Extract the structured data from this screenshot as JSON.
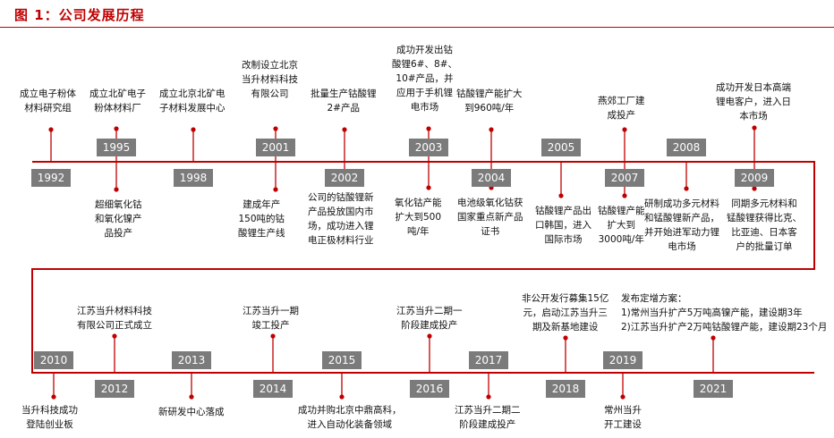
{
  "header": {
    "title": "图 1：公司发展历程"
  },
  "colors": {
    "accent": "#c00000",
    "year_box": "#7b7b7b",
    "text": "#111111"
  },
  "row1": [
    {
      "year": "1992",
      "dir": "up",
      "lines": [
        "成立电子粉体",
        "材料研究组"
      ]
    },
    {
      "year": "1995",
      "dir": "down",
      "lines": [
        "超细氧化钴",
        "和氧化镍产",
        "品投产"
      ]
    },
    {
      "year": "1998",
      "dir": "up",
      "lines": [
        "成立北京北矿电",
        "子材料发展中心"
      ]
    },
    {
      "year": "2001",
      "dir": "up",
      "lines": [
        "改制设立北京",
        "当升材料科技",
        "有限公司"
      ]
    },
    {
      "year": "1995",
      "dir": "up",
      "lines": [
        "成立北矿电子",
        "粉体材料厂"
      ]
    },
    {
      "year": "2001",
      "dir": "down",
      "lines": [
        "建成年产",
        "150吨的钴",
        "酸锂生产线"
      ]
    },
    {
      "year": "2002",
      "dir": "up",
      "lines": [
        "批量生产钴酸锂",
        "2#产品"
      ]
    },
    {
      "year": "2002",
      "dir": "down",
      "lines": [
        "公司的钴酸锂新",
        "产品投放国内市",
        "场，成功进入锂",
        "电正极材料行业"
      ]
    },
    {
      "year": "2003",
      "dir": "up",
      "lines": [
        "成功开发出钴",
        "酸锂6#、8#、",
        "10#产品，并",
        "应用于手机锂",
        "电市场"
      ]
    },
    {
      "year": "2003",
      "dir": "down",
      "lines": [
        "氧化钴产能",
        "扩大到500",
        "吨/年"
      ]
    },
    {
      "year": "2004",
      "dir": "up",
      "lines": [
        "钴酸锂产能扩大",
        "到960吨/年"
      ]
    },
    {
      "year": "2004",
      "dir": "down",
      "lines": [
        "电池级氧化钴获",
        "国家重点新产品",
        "证书"
      ]
    },
    {
      "year": "2005",
      "dir": "down",
      "lines": [
        "钴酸锂产品出",
        "口韩国，进入",
        "国际市场"
      ]
    },
    {
      "year": "2007",
      "dir": "up",
      "lines": [
        "燕郊工厂建",
        "成投产"
      ]
    },
    {
      "year": "2007",
      "dir": "down",
      "lines": [
        "钴酸锂产能",
        "扩大到",
        "3000吨/年"
      ]
    },
    {
      "year": "2008",
      "dir": "down",
      "lines": [
        "研制成功多元材料",
        "和锰酸锂新产品，",
        "并开始进军动力锂",
        "电市场"
      ]
    },
    {
      "year": "2009",
      "dir": "up",
      "lines": [
        "成功开发日本高端",
        "锂电客户，进入日",
        "本市场"
      ]
    },
    {
      "year": "2009",
      "dir": "down",
      "lines": [
        "同期多元材料和",
        "锰酸锂获得比克、",
        "比亚迪、日本客",
        "户的批量订单"
      ]
    }
  ],
  "row2": [
    {
      "year": "2010",
      "dir": "down",
      "lines": [
        "当升科技成功",
        "登陆创业板"
      ]
    },
    {
      "year": "2012",
      "dir": "up",
      "lines": [
        "江苏当升材料科技",
        "有限公司正式成立"
      ]
    },
    {
      "year": "2013",
      "dir": "down",
      "lines": [
        "新研发中心落成"
      ]
    },
    {
      "year": "2014",
      "dir": "up",
      "lines": [
        "江苏当升一期",
        "竣工投产"
      ]
    },
    {
      "year": "2015",
      "dir": "down",
      "lines": [
        "成功并购北京中鼎高科，",
        "进入自动化装备领域"
      ]
    },
    {
      "year": "2016",
      "dir": "up",
      "lines": [
        "江苏当升二期一",
        "阶段建成投产"
      ]
    },
    {
      "year": "2017",
      "dir": "down",
      "lines": [
        "江苏当升二期二",
        "阶段建成投产"
      ]
    },
    {
      "year": "2018",
      "dir": "up",
      "lines": [
        "非公开发行募集15亿",
        "元，启动江苏当升三",
        "期及新基地建设"
      ]
    },
    {
      "year": "2019",
      "dir": "down",
      "lines": [
        "常州当升",
        "开工建设"
      ]
    },
    {
      "year": "2021",
      "dir": "up",
      "lines": [
        "发布定增方案：",
        "1)常州当升扩产5万吨高镍产能，建设期3年",
        "2)江苏当升扩产2万吨钴酸锂产能，建设期23个月"
      ]
    }
  ]
}
